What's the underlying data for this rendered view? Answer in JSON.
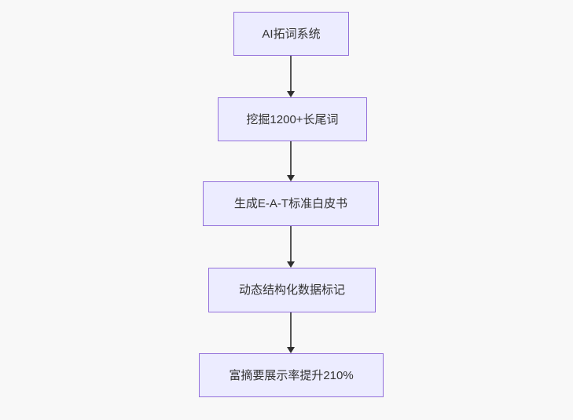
{
  "diagram": {
    "type": "flowchart",
    "direction": "top-down",
    "background_color": "#f8f8f8",
    "node_style": {
      "fill": "#ECECFF",
      "border_color": "#9370DB",
      "text_color": "#333333"
    },
    "edge_style": {
      "line_color": "#555555",
      "arrowhead_color": "#2e2e2e"
    },
    "nodes": [
      {
        "id": "A",
        "label": "AI拓词系统"
      },
      {
        "id": "B",
        "label": "挖掘1200+长尾词"
      },
      {
        "id": "C",
        "label": "生成E-A-T标准白皮书"
      },
      {
        "id": "D",
        "label": "动态结构化数据标记"
      },
      {
        "id": "E",
        "label": "富摘要展示率提升210%"
      }
    ],
    "edges": [
      {
        "from": "A",
        "to": "B"
      },
      {
        "from": "B",
        "to": "C"
      },
      {
        "from": "C",
        "to": "D"
      },
      {
        "from": "D",
        "to": "E"
      }
    ]
  }
}
